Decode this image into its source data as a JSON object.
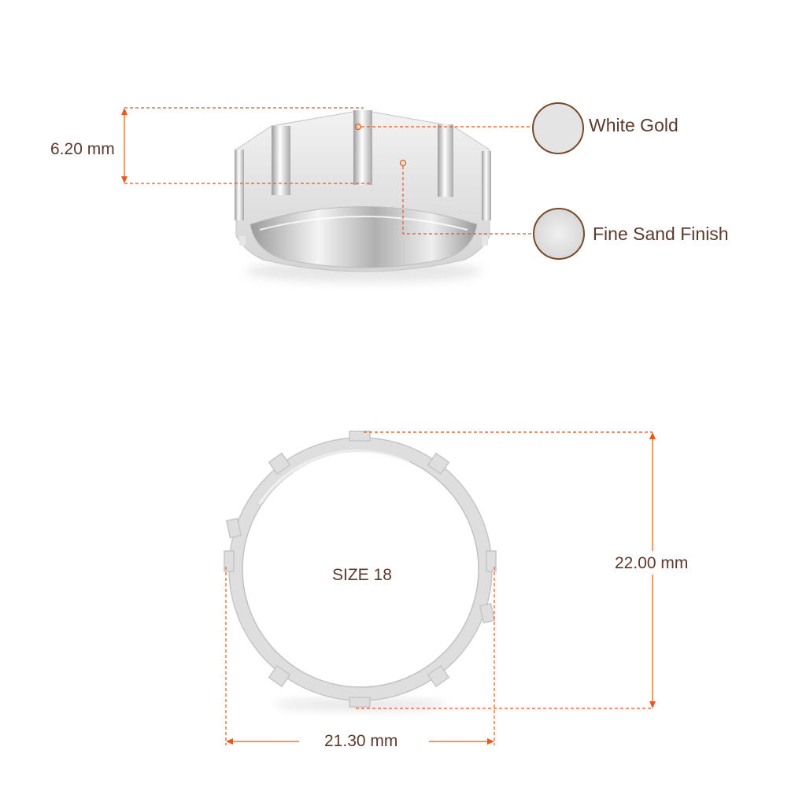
{
  "dimensions": {
    "band_width": "6.20 mm",
    "height": "22.00 mm",
    "width": "21.30 mm"
  },
  "size_label": "SIZE 18",
  "materials": [
    {
      "name": "White Gold"
    },
    {
      "name": "Fine Sand Finish"
    }
  ],
  "colors": {
    "dimension_line": "#e8591a",
    "label_text": "#5b3a2e",
    "swatch_border": "#7a4a2a",
    "metal": "#dedede"
  }
}
